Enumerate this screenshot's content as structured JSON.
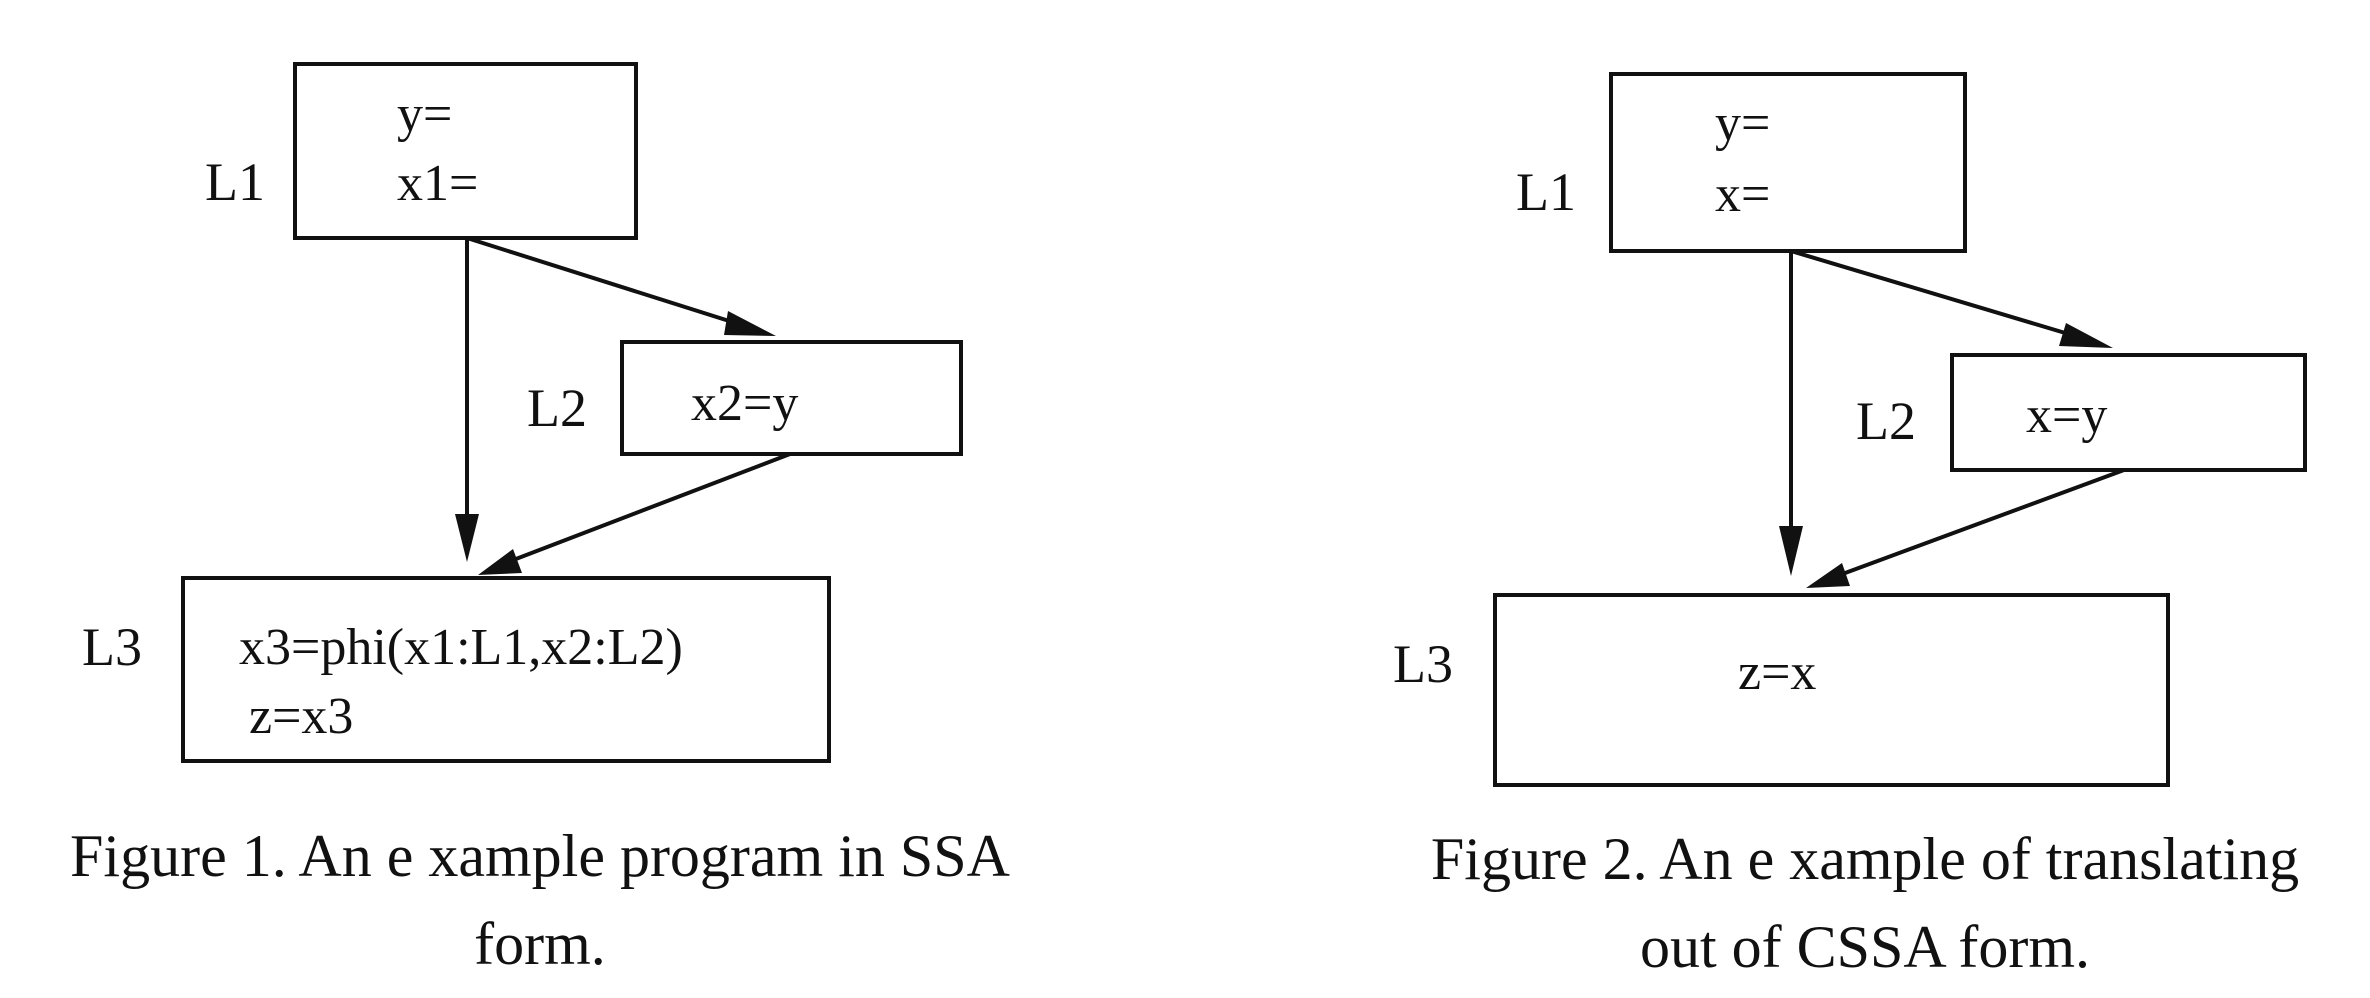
{
  "figures": [
    {
      "blocks": [
        {
          "label": "L1",
          "lines": [
            "y=",
            "x1="
          ]
        },
        {
          "label": "L2",
          "lines": [
            "x2=y"
          ]
        },
        {
          "label": "L3",
          "lines": [
            "x3=phi(x1:L1,x2:L2)",
            "z=x3"
          ]
        }
      ],
      "caption": {
        "line1": "Figure 1. An e xample program in SSA",
        "line2": "form."
      }
    },
    {
      "blocks": [
        {
          "label": "L1",
          "lines": [
            "y=",
            "x="
          ]
        },
        {
          "label": "L2",
          "lines": [
            "x=y"
          ]
        },
        {
          "label": "L3",
          "lines": [
            "z=x"
          ]
        }
      ],
      "caption": {
        "line1": "Figure 2. An e xample of translating",
        "line2": "out of CSSA form."
      }
    }
  ]
}
